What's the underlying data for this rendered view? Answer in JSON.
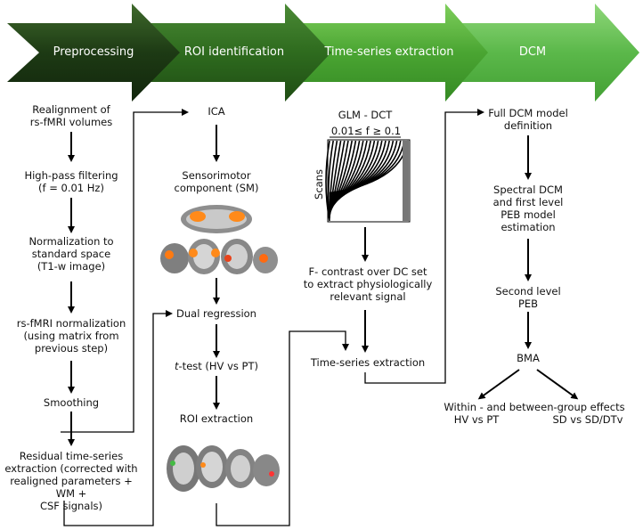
{
  "stages": [
    {
      "title": "Preprocessing",
      "color": "#1d3a14"
    },
    {
      "title": "ROI identification",
      "color": "#2e6b1e"
    },
    {
      "title": "Time-series extraction",
      "color": "#4aa532"
    },
    {
      "title": "DCM",
      "color": "#5bb84a"
    }
  ],
  "steps": {
    "realignment": "Realignment of\nrs-fMRI volumes",
    "highpass": "High-pass filtering\n(f =  0.01 Hz)",
    "normalization": "Normalization to\nstandard space\n(T1-w image)",
    "rsnorm": "rs-fMRI normalization\n(using matrix from\nprevious step)",
    "smoothing": "Smoothing",
    "residual": "Residual time-series\nextraction (corrected with\nrealigned parameters + WM +\nCSF signals)",
    "ica": "ICA",
    "sensorimotor": "Sensorimotor\ncomponent (SM)",
    "dual_regression": "Dual regression",
    "ttest_italic": "t",
    "ttest_rest": "-test (HV vs PT)",
    "roi_extraction": "ROI extraction",
    "glm_dct": "GLM - DCT",
    "dct_range": "0.01≤ f ≥ 0.1",
    "scans": "Scans",
    "fcontrast": "F- contrast over DC set\nto extract physiologically\nrelevant signal",
    "ts_extraction": "Time-series extraction",
    "full_dcm": "Full DCM model\ndefinition",
    "spectral_dcm": "Spectral DCM\nand first level\nPEB model\nestimation",
    "second_level": "Second level\nPEB",
    "bma": "BMA",
    "effects": "Within -  and between-group effects",
    "hv_pt": "HV vs PT",
    "sd_sdtv": "SD vs SD/DTv"
  }
}
